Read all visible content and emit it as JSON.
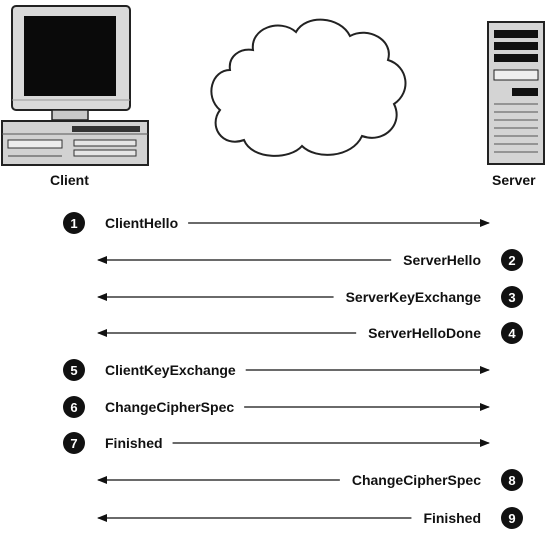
{
  "client_label": "Client",
  "server_label": "Server",
  "messages": [
    {
      "num": "1",
      "label": "ClientHello",
      "direction": "to-server"
    },
    {
      "num": "2",
      "label": "ServerHello",
      "direction": "to-client"
    },
    {
      "num": "3",
      "label": "ServerKeyExchange",
      "direction": "to-client"
    },
    {
      "num": "4",
      "label": "ServerHelloDone",
      "direction": "to-client"
    },
    {
      "num": "5",
      "label": "ClientKeyExchange",
      "direction": "to-server"
    },
    {
      "num": "6",
      "label": "ChangeCipherSpec",
      "direction": "to-server"
    },
    {
      "num": "7",
      "label": "Finished",
      "direction": "to-server"
    },
    {
      "num": "8",
      "label": "ChangeCipherSpec",
      "direction": "to-client"
    },
    {
      "num": "9",
      "label": "Finished",
      "direction": "to-client"
    }
  ]
}
